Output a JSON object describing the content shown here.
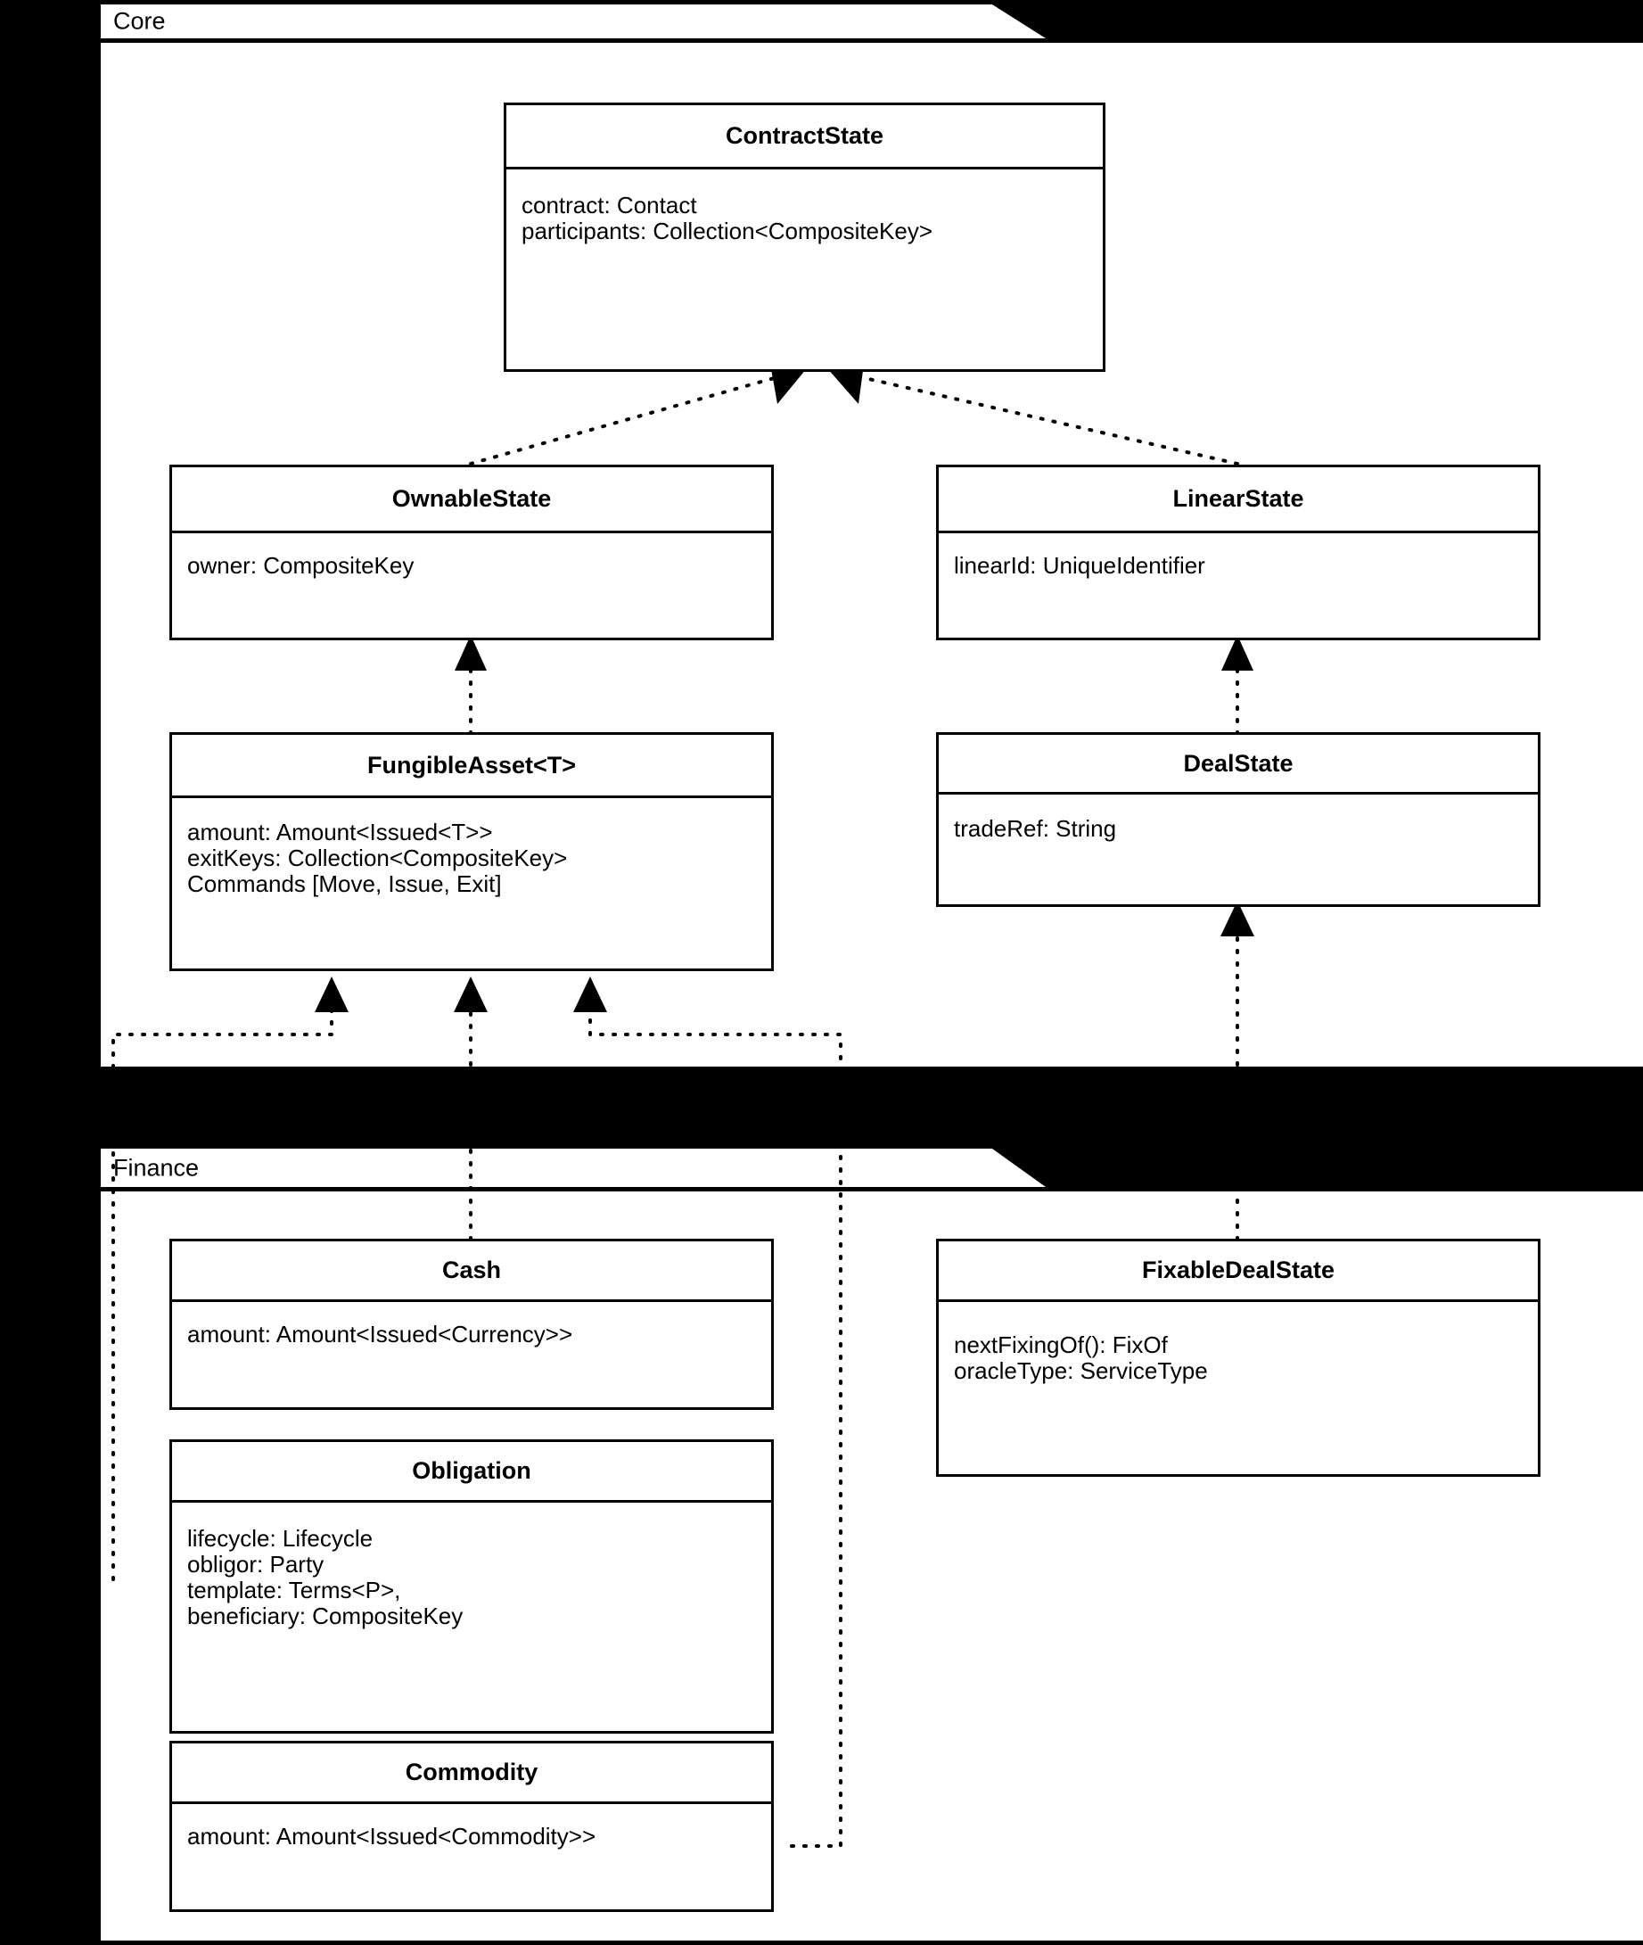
{
  "diagram": {
    "type": "uml-class-diagram",
    "background_color": "#000000",
    "frame_color": "#ffffff",
    "line_color": "#000000"
  },
  "packages": [
    {
      "id": "core",
      "name": "Core",
      "classes": [
        "ContractState",
        "OwnableState",
        "LinearState",
        "FungibleAsset<T>",
        "DealState"
      ]
    },
    {
      "id": "finance",
      "name": "Finance",
      "classes": [
        "Cash",
        "Obligation",
        "Commodity",
        "FixableDealState"
      ]
    }
  ],
  "classes": {
    "contract_state": {
      "name": "ContractState",
      "attributes": [
        "contract: Contact",
        "participants: Collection<CompositeKey>"
      ]
    },
    "ownable_state": {
      "name": "OwnableState",
      "attributes": [
        "owner: CompositeKey"
      ]
    },
    "linear_state": {
      "name": "LinearState",
      "attributes": [
        "linearId: UniqueIdentifier"
      ]
    },
    "fungible_asset": {
      "name": "FungibleAsset<T>",
      "attributes": [
        "amount: Amount<Issued<T>>",
        "exitKeys: Collection<CompositeKey>",
        "Commands [Move, Issue, Exit]"
      ]
    },
    "deal_state": {
      "name": "DealState",
      "attributes": [
        "tradeRef: String"
      ]
    },
    "cash": {
      "name": "Cash",
      "attributes": [
        "amount: Amount<Issued<Currency>>"
      ]
    },
    "obligation": {
      "name": "Obligation",
      "attributes": [
        "lifecycle: Lifecycle",
        "obligor: Party",
        "template: Terms<P>,",
        "beneficiary: CompositeKey"
      ]
    },
    "commodity": {
      "name": "Commodity",
      "attributes": [
        "amount: Amount<Issued<Commodity>>"
      ]
    },
    "fixable_deal_state": {
      "name": "FixableDealState",
      "attributes": [
        "nextFixingOf(): FixOf",
        "oracleType: ServiceType"
      ]
    }
  },
  "relationships": [
    {
      "from": "OwnableState",
      "to": "ContractState",
      "kind": "realization"
    },
    {
      "from": "LinearState",
      "to": "ContractState",
      "kind": "realization"
    },
    {
      "from": "FungibleAsset<T>",
      "to": "OwnableState",
      "kind": "realization"
    },
    {
      "from": "DealState",
      "to": "LinearState",
      "kind": "realization"
    },
    {
      "from": "Obligation",
      "to": "FungibleAsset<T>",
      "kind": "realization"
    },
    {
      "from": "Cash",
      "to": "FungibleAsset<T>",
      "kind": "realization"
    },
    {
      "from": "Commodity",
      "to": "FungibleAsset<T>",
      "kind": "realization"
    },
    {
      "from": "FixableDealState",
      "to": "DealState",
      "kind": "realization"
    }
  ]
}
